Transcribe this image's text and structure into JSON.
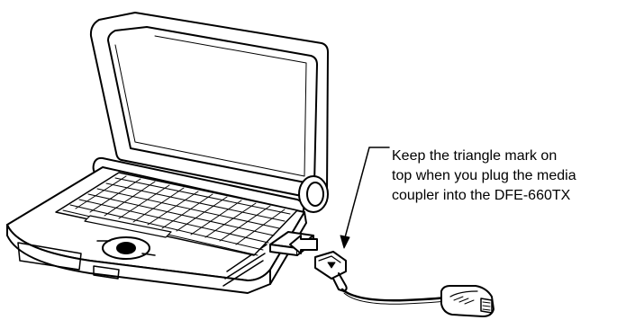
{
  "callout": {
    "lines": [
      "Keep the triangle mark on",
      "top when you plug the media",
      "coupler into the DFE-660TX"
    ]
  },
  "colors": {
    "ink": "#000000",
    "paper": "#ffffff"
  },
  "icons": {
    "laptop": "laptop-icon",
    "card": "pc-card-icon",
    "arrow": "insert-arrow-icon",
    "coupler": "media-coupler-icon"
  }
}
